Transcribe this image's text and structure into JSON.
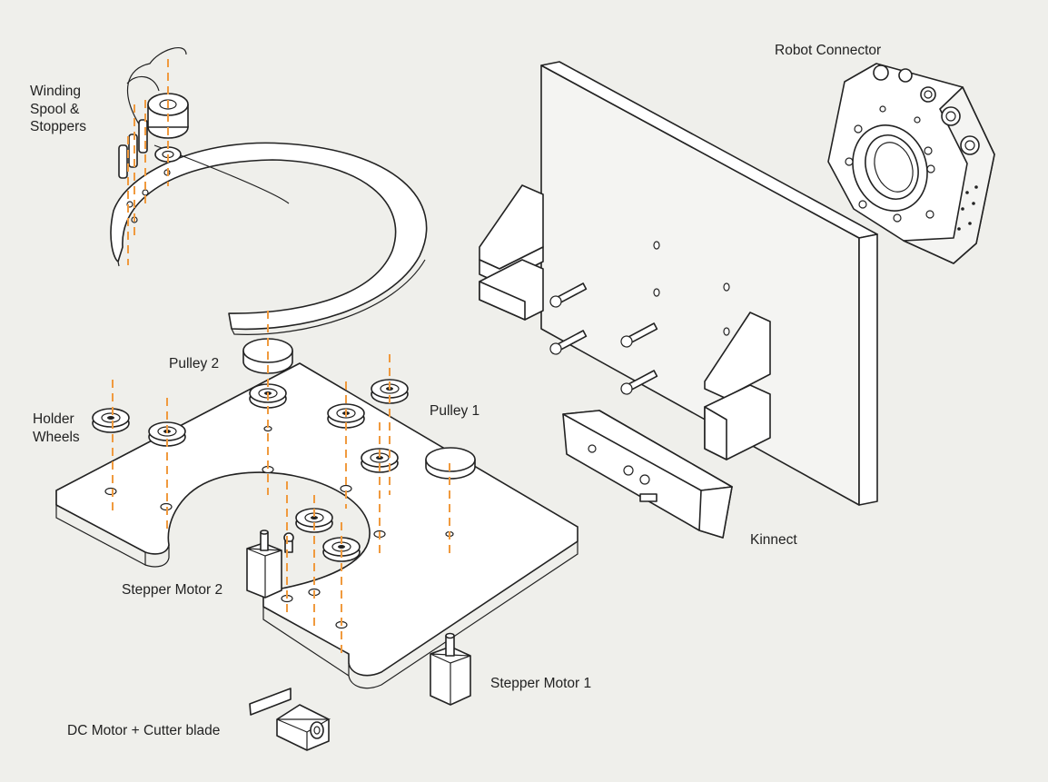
{
  "labels": {
    "winding_spool": "Winding\nSpool &\nStoppers",
    "robot_connector": "Robot Connector",
    "pulley_2": "Pulley 2",
    "pulley_1": "Pulley 1",
    "holder_wheels": "Holder\nWheels",
    "kinnect": "Kinnect",
    "stepper_motor_2": "Stepper Motor 2",
    "stepper_motor_1": "Stepper Motor 1",
    "dc_motor": "DC Motor + Cutter blade"
  },
  "colors": {
    "background": "#efefeb",
    "outline": "#222222",
    "part_fill": "#ffffff",
    "guide_lines": "#f09a3e"
  }
}
